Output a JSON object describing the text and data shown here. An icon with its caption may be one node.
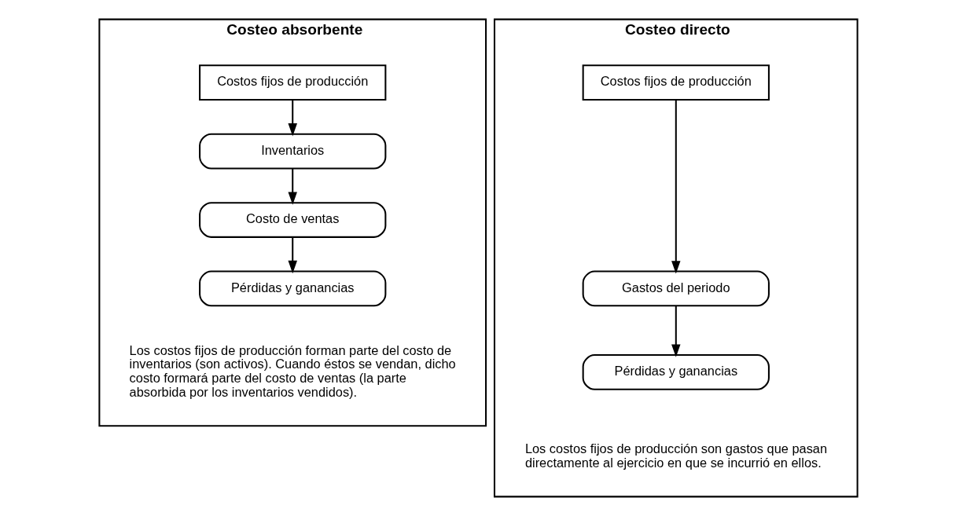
{
  "diagram": {
    "nodes": [
      {
        "text": [
          "Costeo absorbente",
          "Los costos fijos de producción forman parte del costo de inventarios (son activos). Cuando éstos se vendan, dicho costo formará parte del costo de ventas (la parte absorbida por los inventarios vendidos)."
        ]
      },
      {
        "text": [
          "Costos fijos de producción"
        ],
        "in": 0
      },
      {
        "text": [
          "Inventarios"
        ],
        "in": 0
      },
      {
        "text": [
          "Costo de ventas"
        ],
        "in": 0
      },
      {
        "text": [
          "Pérdidas y ganancias"
        ],
        "in": 0
      },
      {
        "text": [
          "Costeo directo",
          "Los costos fijos de producción son gastos que pasan directamente al ejercicio en que se incurrió en ellos."
        ]
      },
      {
        "text": [
          "Costos fijos de producción"
        ],
        "in": 5
      },
      {
        "text": [
          "Gastos del periodo"
        ],
        "in": 5
      },
      {
        "text": [
          "Pérdidas y ganancias"
        ],
        "in": 5
      }
    ],
    "edges": [
      {
        "from": 1,
        "to": 2,
        "arrow": "to"
      },
      {
        "from": 2,
        "to": 3,
        "arrow": "to"
      },
      {
        "from": 3,
        "to": 4,
        "arrow": "to"
      },
      {
        "from": 6,
        "to": 7,
        "arrow": "to"
      },
      {
        "from": 7,
        "to": 8,
        "arrow": "to"
      }
    ]
  }
}
